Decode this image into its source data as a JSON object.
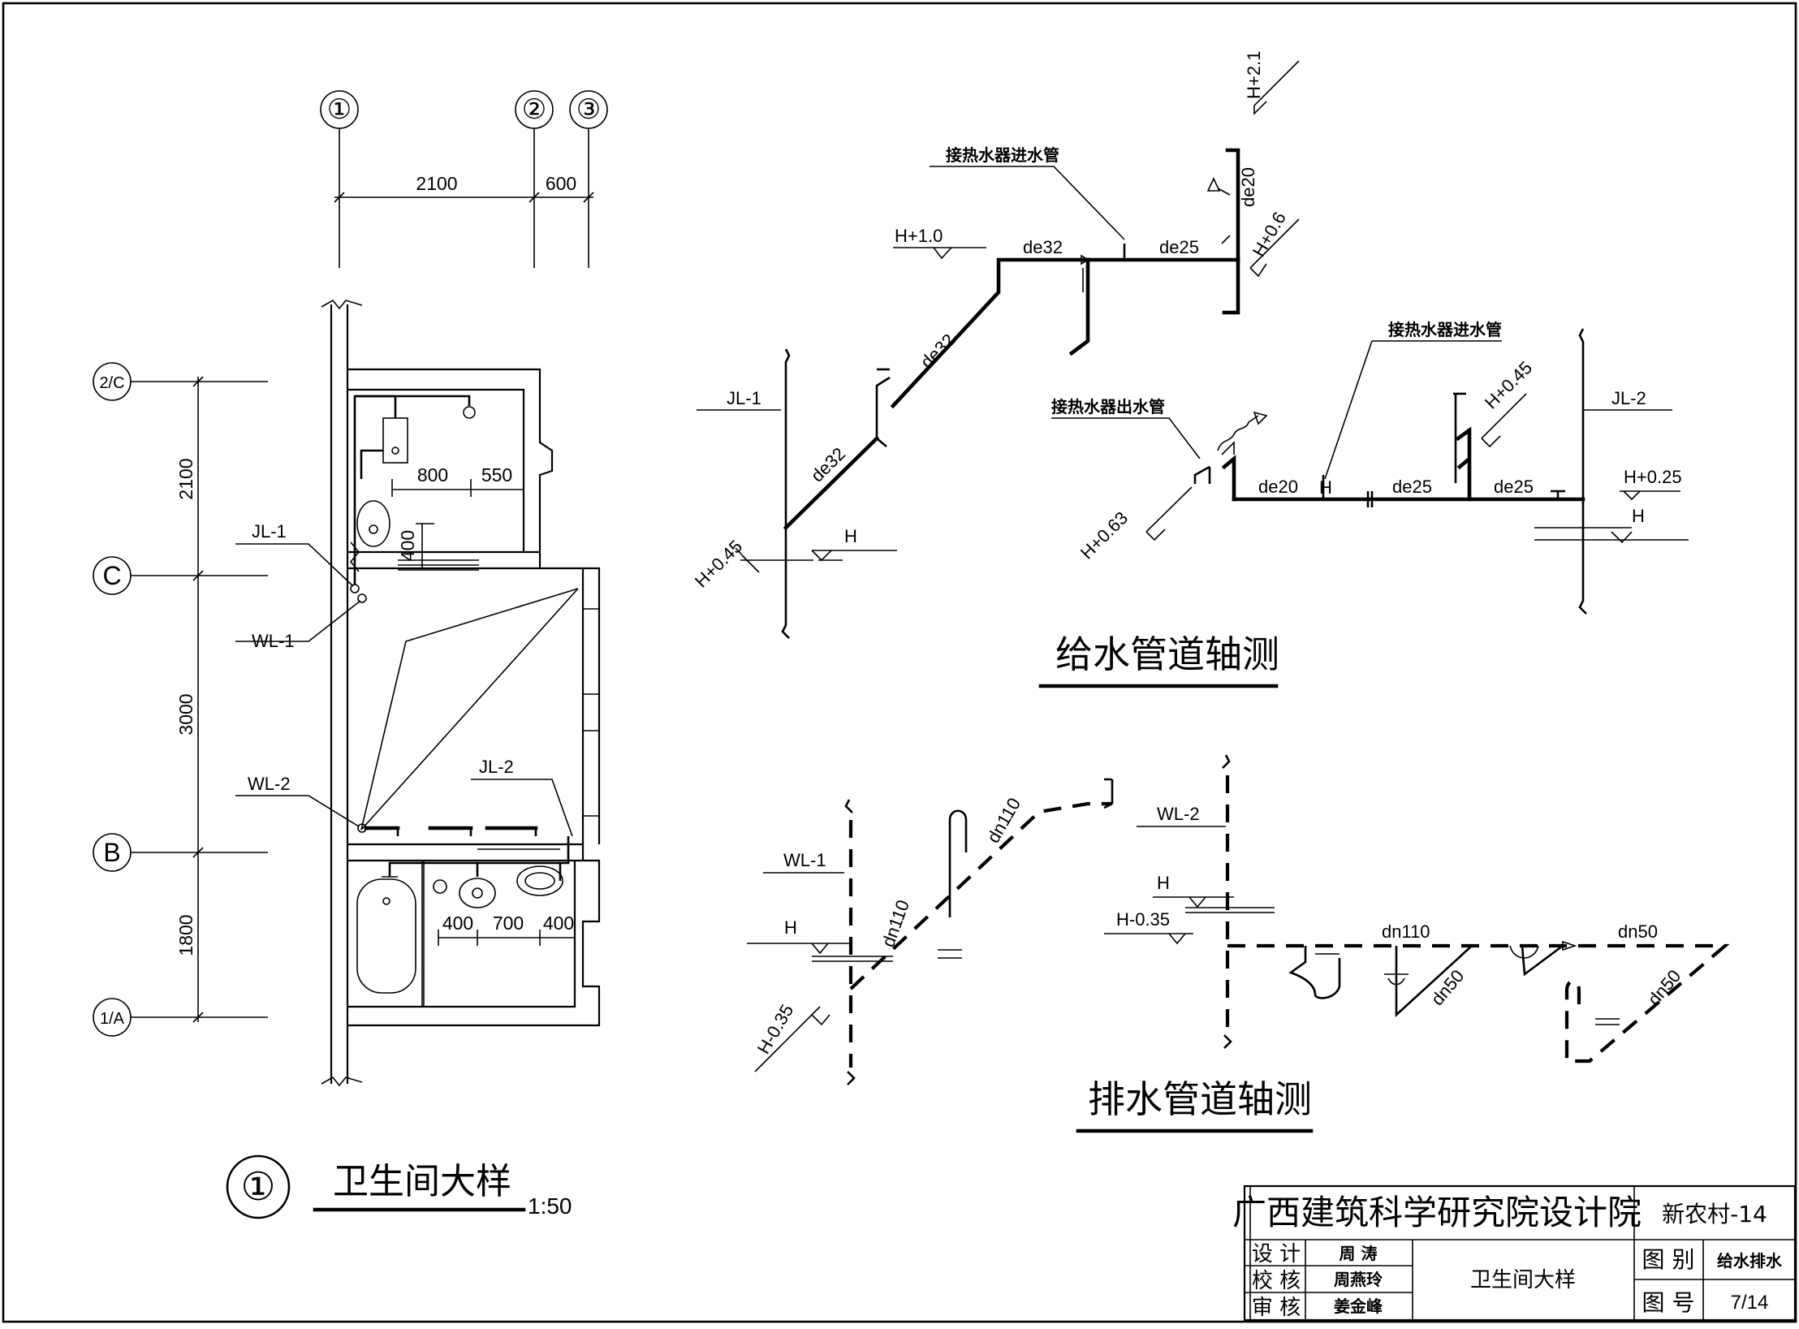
{
  "plan": {
    "grid_top": [
      "①",
      "②",
      "③"
    ],
    "grid_left": [
      "2/C",
      "C",
      "B",
      "1/A"
    ],
    "dims_top": [
      "2100",
      "600"
    ],
    "dims_left": [
      "2100",
      "3000",
      "1800"
    ],
    "dims_inner_top": [
      "800",
      "550",
      "400"
    ],
    "dims_inner_bottom": [
      "400",
      "700",
      "400"
    ],
    "labels": {
      "jl1": "JL-1",
      "wl1": "WL-1",
      "wl2": "WL-2",
      "jl2": "JL-2"
    },
    "title_num": "①",
    "title": "卫生间大样",
    "scale": "1:50"
  },
  "supply": {
    "title": "给水管道轴测",
    "heater_in_1": "接热水器进水管",
    "heater_in_2": "接热水器进水管",
    "heater_out": "接热水器出水管",
    "jl1": "JL-1",
    "jl2": "JL-2",
    "elev": {
      "h045": "H+0.45",
      "h_left": "H",
      "h10": "H+1.0",
      "h21": "H+2.1",
      "h06": "H+0.6",
      "h063": "H+0.63",
      "h045b": "H+0.45",
      "h025": "H+0.25",
      "h_right": "H"
    },
    "sizes": {
      "de32a": "de32",
      "de32b": "de32",
      "de32c": "de32",
      "de25a": "de25",
      "de20a": "de20",
      "de20b": "de20",
      "de25b": "de25",
      "de25c": "de25"
    },
    "valve": "H"
  },
  "drain": {
    "title": "排水管道轴测",
    "wl1": "WL-1",
    "wl2": "WL-2",
    "elev": {
      "h_l": "H",
      "hm035_l": "H-0.35",
      "h_r": "H",
      "hm035_r": "H-0.35"
    },
    "sizes": {
      "dn110a": "dn110",
      "dn110b": "dn110",
      "dn110c": "dn110",
      "dn50a": "dn50",
      "dn50b": "dn50",
      "dn50c": "dn50"
    }
  },
  "titleblock": {
    "institute": "广西建筑科学研究院设计院",
    "project": "新农村-14",
    "role_design": "设 计",
    "role_check": "校 核",
    "role_review": "审 核",
    "name_design": "周 涛",
    "name_check": "周燕玲",
    "name_review": "姜金峰",
    "drawing_name": "卫生间大样",
    "cat_label": "图 别",
    "cat_value": "给水排水",
    "num_label": "图 号",
    "num_value": "7/14"
  }
}
